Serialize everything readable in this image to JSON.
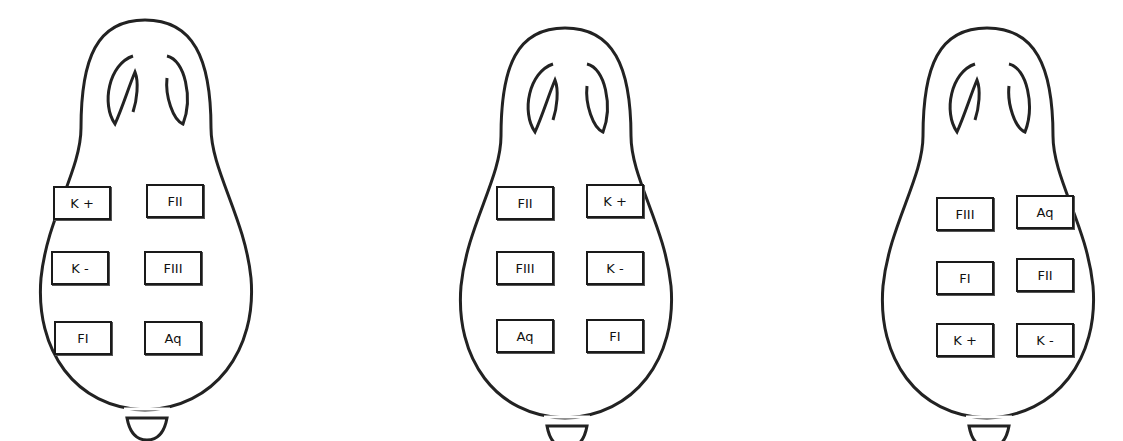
{
  "diagram": {
    "nodes": [
      {
        "text": [
          "K +"
        ]
      },
      {
        "text": [
          "FII"
        ]
      },
      {
        "text": [
          "K -"
        ]
      },
      {
        "text": [
          "FIII"
        ]
      },
      {
        "text": [
          "FI"
        ]
      },
      {
        "text": [
          "Aq"
        ]
      },
      {
        "text": [
          "FII"
        ]
      },
      {
        "text": [
          "K +"
        ]
      },
      {
        "text": [
          "FIII"
        ]
      },
      {
        "text": [
          "K -"
        ]
      },
      {
        "text": [
          "Aq"
        ]
      },
      {
        "text": [
          "FI"
        ]
      },
      {
        "text": [
          "FIII"
        ]
      },
      {
        "text": [
          "Aq"
        ]
      },
      {
        "text": [
          "FI"
        ]
      },
      {
        "text": [
          "FII"
        ]
      },
      {
        "text": [
          "K +"
        ]
      },
      {
        "text": [
          "K -"
        ]
      }
    ]
  }
}
